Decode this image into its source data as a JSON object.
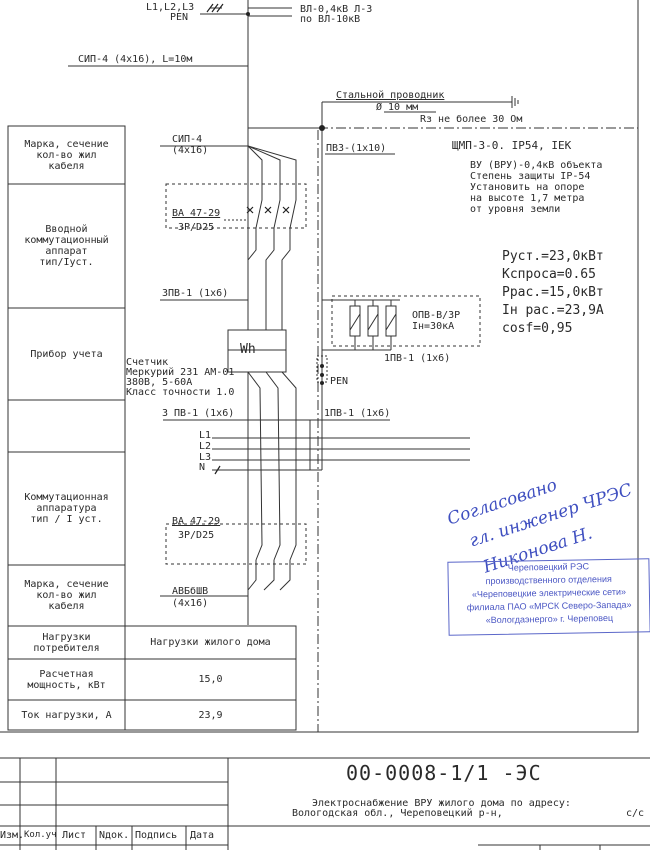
{
  "top": {
    "supply_phases": "L1,L2,L3",
    "supply_pen": "PEN",
    "line_label_1": "ВЛ-0,4кВ Л-3",
    "line_label_2": "по ВЛ-10кВ",
    "cable_sip": "СИП-4 (4х16), L=10м",
    "ground_1": "Стальной проводник",
    "ground_2": "Ø 10 мм",
    "ground_3": "Rз не более 30 Ом"
  },
  "left_column": {
    "row1": "Марка, сечение\nкол-во жил\nкабеля",
    "row2": "Вводной\nкоммутационный\nаппарат\nтип/Iуст.",
    "row3": "Прибор учета",
    "row4": "Коммутационная\nаппаратура\nтип / I уст.",
    "row5": "Марка, сечение\nкол-во жил\nкабеля",
    "row6": "Нагрузки\nпотребителя",
    "row6_value": "Нагрузки жилого дома",
    "row7": "Расчетная\nмощность, кВт",
    "row7_value": "15,0",
    "row8": "Ток нагрузки, А",
    "row8_value": "23,9"
  },
  "scheme": {
    "cable_in": "СИП-4",
    "cable_in_sec": "(4х16)",
    "pvz": "ПВЗ-(1х10)",
    "breaker_1": "ВА 47-29",
    "breaker_1_param": "3P/D25",
    "wire_3pv": "3ПВ-1 (1х6)",
    "opv_1": "ОПВ-В/3Р",
    "opv_2": "Iн=30кА",
    "wire_1pv_a": "1ПВ-1 (1х6)",
    "meter_symbol": "Wh",
    "meter_1": "Счетчик",
    "meter_2": "Меркурий 231 АМ-01",
    "meter_3": "380В, 5-60А",
    "meter_4": "Класс точности 1.0",
    "pen_label": "PEN",
    "wire_3pv_b": "3 ПВ-1 (1х6)",
    "wire_1pv_b": "1ПВ-1 (1х6)",
    "bus_l1": "L1",
    "bus_l2": "L2",
    "bus_l3": "L3",
    "bus_n": "N",
    "breaker_2": "ВА 47-29",
    "breaker_2_param": "3P/D25",
    "cable_out": "АВБбШВ",
    "cable_out_sec": "(4х16)"
  },
  "panel": {
    "title": "ЩМП-3-0. IP54, IEK",
    "desc_1": "ВУ (ВРУ)-0,4кВ объекта",
    "desc_2": "Степень защиты IP-54",
    "desc_3": "Установить на опоре",
    "desc_4": "на высоте 1,7 метра",
    "desc_5": "от уровня земли"
  },
  "calc": {
    "p_inst": "Руст.=23,0кВт",
    "k_demand": "Кспроса=0.65",
    "p_calc": "Ррас.=15,0кВт",
    "i_calc": "Iн рас.=23,9А",
    "cosf": "cosf=0,95"
  },
  "approval": {
    "line_1": "Согласовано",
    "line_2": "гл. инженер ЧРЭС",
    "line_3": "Никонова Н."
  },
  "stamp": {
    "line_1": "Череповецкий РЭС",
    "line_2": "производственного отделения",
    "line_3": "«Череповецкие электрические сети»",
    "line_4": "филиала ПАО «МРСК Северо-Запада»",
    "line_5": "«Вологдаэнерго» г. Череповец"
  },
  "title_block": {
    "code": "00-0008-1/1 -ЭС",
    "title_1": "Электроснабжение ВРУ жилого дома по адресу:",
    "title_2": "Вологодская обл., Череповецкий р-н,",
    "title_suffix": "с/с",
    "col_izm": "Изм.",
    "col_koluch": "Кол.уч",
    "col_list": "Лист",
    "col_ndok": "Nдок.",
    "col_podpis": "Подпись",
    "col_data": "Дата"
  }
}
